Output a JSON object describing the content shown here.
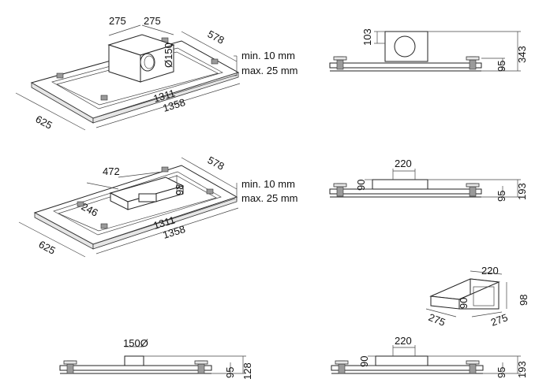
{
  "view1": {
    "box_w": "275",
    "box_d": "275",
    "outlet": "Ø150",
    "depth": "578",
    "width": "625",
    "inner_len": "1311",
    "outer_len": "1358",
    "gap_min": "min. 10 mm",
    "gap_max": "max. 25 mm"
  },
  "view2": {
    "duct_len": "472",
    "duct_h": "98",
    "duct_off": "246",
    "depth": "578",
    "width": "625",
    "inner_len": "1311",
    "outer_len": "1358",
    "gap_min": "min. 10 mm",
    "gap_max": "max. 25 mm"
  },
  "side1": {
    "box_h": "103",
    "total_h": "343",
    "base_h": "95"
  },
  "side2": {
    "duct_w": "220",
    "duct_h": "90",
    "base_h": "95",
    "total_h": "193"
  },
  "adapter": {
    "w": "220",
    "h": "98",
    "inner_h": "90",
    "d1": "275",
    "d2": "275"
  },
  "side3": {
    "outlet": "150Ø",
    "base_h": "95",
    "total_h": "128"
  },
  "side4": {
    "duct_w": "220",
    "duct_h": "90",
    "base_h": "95",
    "total_h": "193"
  }
}
